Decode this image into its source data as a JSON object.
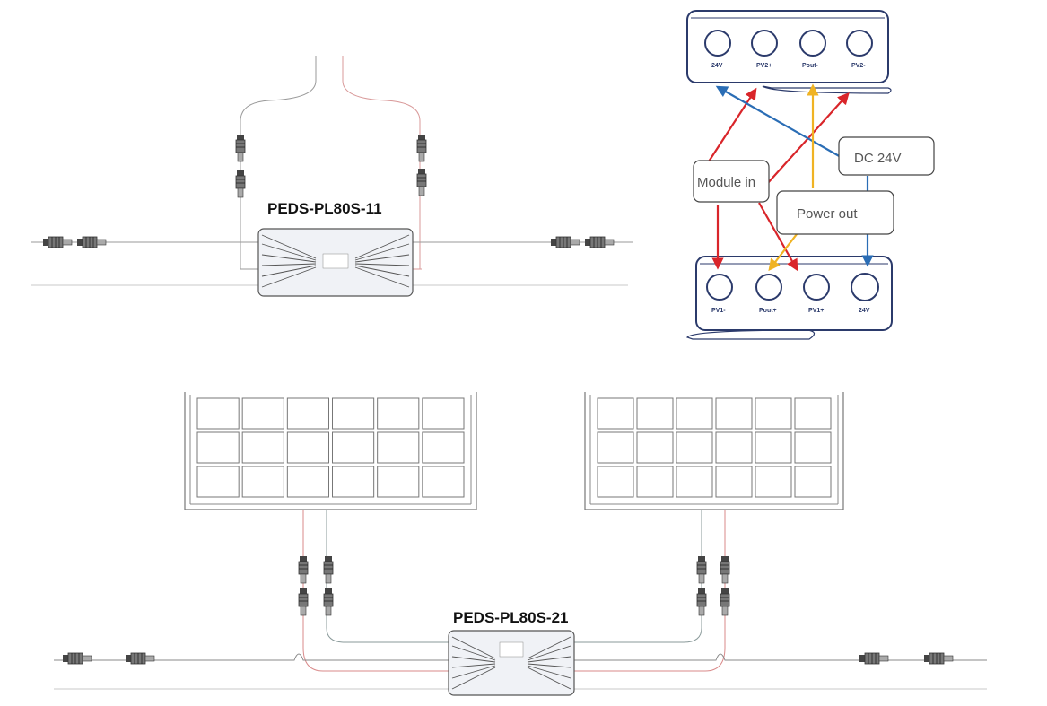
{
  "diagram": {
    "top_device_title": "PEDS-PL80S-11",
    "bottom_device_title": "PEDS-PL80S-21",
    "callouts": {
      "dc": "DC 24V",
      "module_in": "Module in",
      "power_out": "Power out"
    },
    "top_box_ports": [
      "24V",
      "PV2+",
      "Pout-",
      "PV2-"
    ],
    "bottom_box_ports": [
      "PV1-",
      "Pout+",
      "PV1+",
      "24V"
    ],
    "colors": {
      "module_in_arrow": "#d9252a",
      "dc_arrow": "#2a6db5",
      "power_out_arrow": "#f0b323",
      "box_outline": "#2b3a6b",
      "wire_red": "#d98a8a",
      "wire_gray": "#8a8a8a"
    }
  }
}
